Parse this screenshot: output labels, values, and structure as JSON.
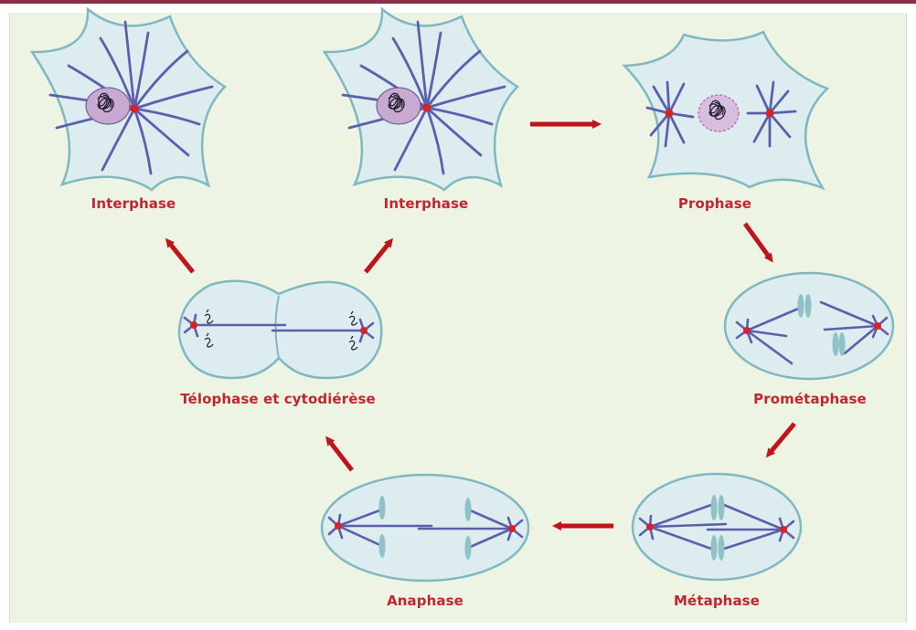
{
  "stages": [
    {
      "id": "interphase-left",
      "label": "Interphase"
    },
    {
      "id": "interphase-right",
      "label": "Interphase"
    },
    {
      "id": "prophase",
      "label": "Prophase"
    },
    {
      "id": "prometaphase",
      "label": "Prométaphase"
    },
    {
      "id": "metaphase",
      "label": "Métaphase"
    },
    {
      "id": "anaphase",
      "label": "Anaphase"
    },
    {
      "id": "telophase",
      "label": "Télophase et cytodiérèse"
    }
  ],
  "colors": {
    "frame_top": "#8a2f48",
    "panel_background": "#eef4e4",
    "cell_fill": "#dcecef",
    "cell_outline": "#7fb8c0",
    "microtubule": "#5b5fae",
    "centrosome": "#d6232a",
    "chromosome": "#8fc1c6",
    "nucleus": "#c7a9d2",
    "arrow": "#c0141b",
    "label": "#c0262d"
  }
}
